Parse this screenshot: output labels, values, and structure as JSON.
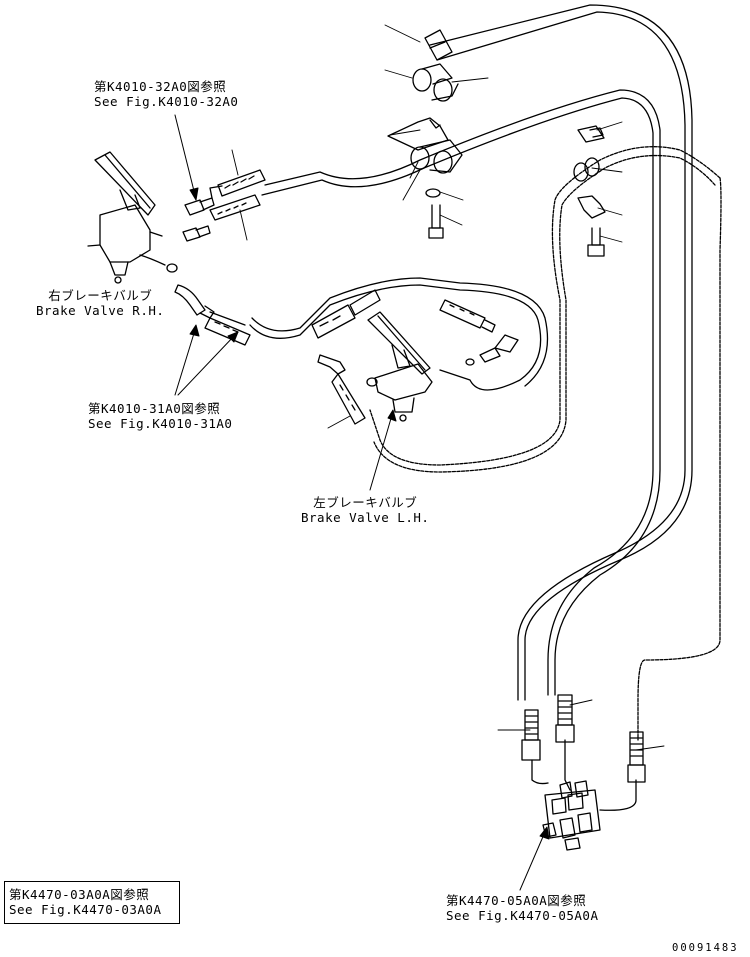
{
  "labels": {
    "ref_k4010_32a0": {
      "jp": "第K4010-32A0図参照",
      "en": "See Fig.K4010-32A0"
    },
    "brake_valve_rh": {
      "jp": "右ブレーキバルブ",
      "en": "Brake Valve R.H."
    },
    "ref_k4010_31a0": {
      "jp": "第K4010-31A0図参照",
      "en": "See Fig.K4010-31A0"
    },
    "brake_valve_lh": {
      "jp": "左ブレーキバルブ",
      "en": "Brake Valve L.H."
    },
    "ref_k4470_05a0a": {
      "jp": "第K4470-05A0A図参照",
      "en": "See Fig.K4470-05A0A"
    },
    "ref_k4470_03a0a": {
      "jp": "第K4470-03A0A図参照",
      "en": "See Fig.K4470-03A0A"
    }
  },
  "part_number": "00091483"
}
